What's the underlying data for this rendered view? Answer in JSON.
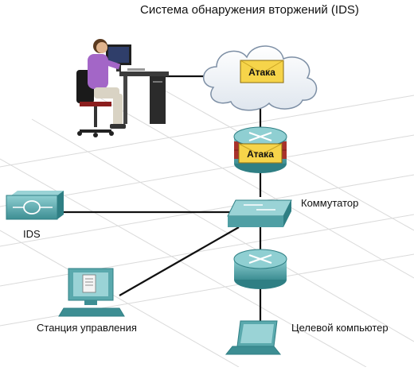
{
  "title": "Система обнаружения вторжений (IDS)",
  "nodes": {
    "attacker": {
      "label": ""
    },
    "internet": {
      "attack_label": "Атака"
    },
    "router_top": {
      "attack_label": "Атака"
    },
    "switch": {
      "label": "Коммутатор"
    },
    "ids": {
      "label": "IDS"
    },
    "router_bottom": {
      "label": ""
    },
    "management_station": {
      "label": "Станция управления"
    },
    "target_computer": {
      "label": "Целевой компьютер"
    }
  },
  "colors": {
    "device_teal": "#5aa9ad",
    "device_teal_dark": "#2f7f84",
    "attack_envelope": "#f6d44a",
    "firewall_red": "#a8322c",
    "link": "#111111",
    "grid": "#d9d9d9"
  }
}
